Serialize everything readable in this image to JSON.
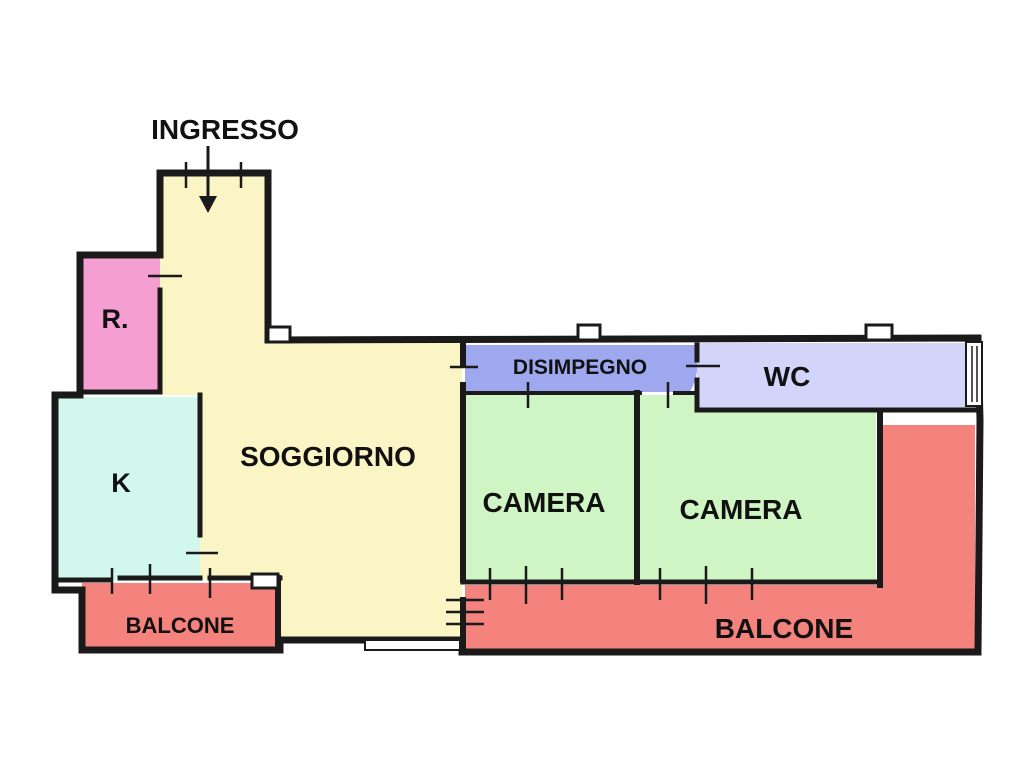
{
  "labels": {
    "entrance": "INGRESSO",
    "storage": "R.",
    "kitchen": "K",
    "living": "SOGGIORNO",
    "hallway": "DISIMPEGNO",
    "bathroom": "WC",
    "bedroom_1": "CAMERA",
    "bedroom_2": "CAMERA",
    "balcony_small": "BALCONE",
    "balcony_large": "BALCONE"
  },
  "colors": {
    "living": "#fbf5c6",
    "storage": "#f59ed2",
    "kitchen": "#d2f8ee",
    "hallway": "#9ea8ef",
    "bathroom": "#d2d5f9",
    "bedroom": "#d0f5c4",
    "balcony": "#f4837e",
    "wall": "#1a1a1a"
  }
}
